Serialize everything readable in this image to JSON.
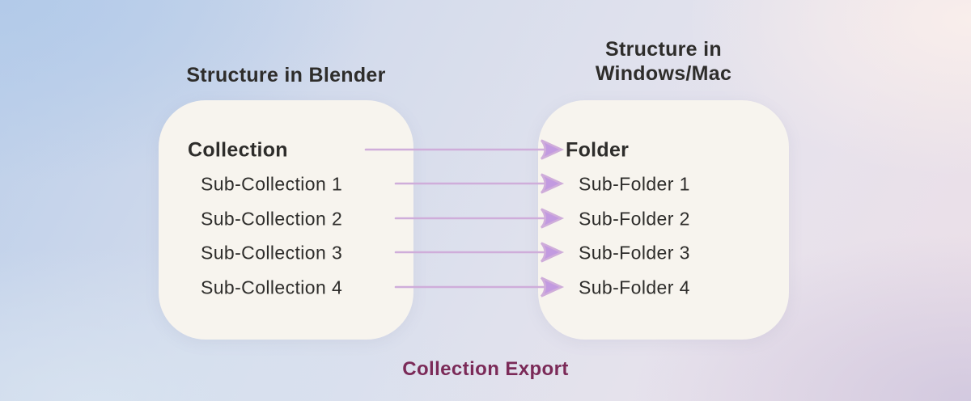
{
  "titles": {
    "left": "Structure in Blender",
    "right_line1": "Structure in",
    "right_line2": "Windows/Mac"
  },
  "left_panel": {
    "header": "Collection",
    "items": [
      "Sub-Collection 1",
      "Sub-Collection 2",
      "Sub-Collection 3",
      "Sub-Collection 4"
    ]
  },
  "right_panel": {
    "header": "Folder",
    "items": [
      "Sub-Folder 1",
      "Sub-Folder 2",
      "Sub-Folder 3",
      "Sub-Folder 4"
    ]
  },
  "caption": "Collection Export",
  "colors": {
    "panel_bg": "#f7f4ee",
    "heading_text": "#2e2d2b",
    "caption_text": "#7b2a58",
    "arrow_line": "#cfadda",
    "arrow_head": "#c29ae0",
    "bg_top_left": "#b6cbe8",
    "bg_top_right": "#f7eded",
    "bg_bottom_right": "#d2c9df"
  }
}
